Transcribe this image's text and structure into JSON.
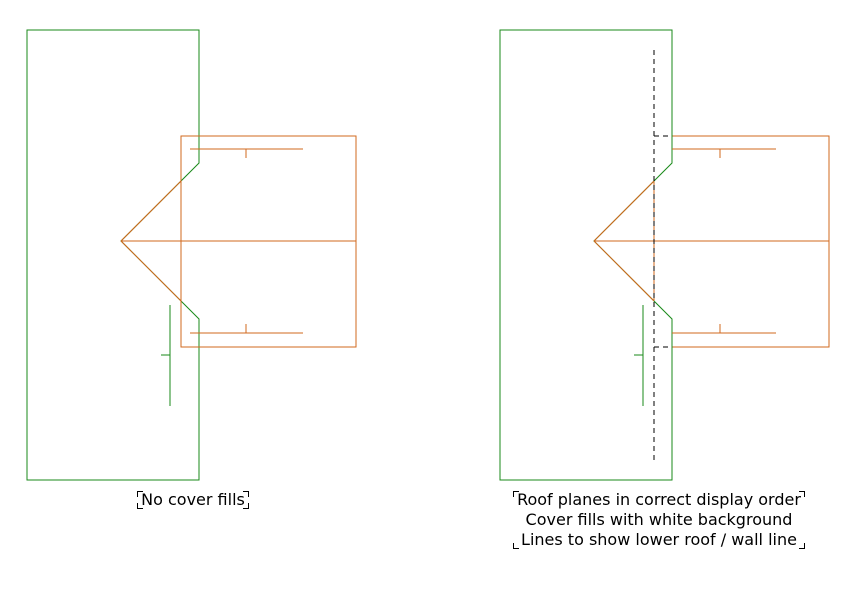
{
  "colors": {
    "wall": "#1a8a1a",
    "roof": "#d2691e",
    "hidden_line": "#000000",
    "background": "#ffffff"
  },
  "panels": [
    {
      "caption_lines": [
        "No cover fills"
      ]
    },
    {
      "caption_lines": [
        "Roof planes in correct display order",
        "Cover fills with white background",
        "Lines to show lower roof / wall line"
      ]
    }
  ]
}
